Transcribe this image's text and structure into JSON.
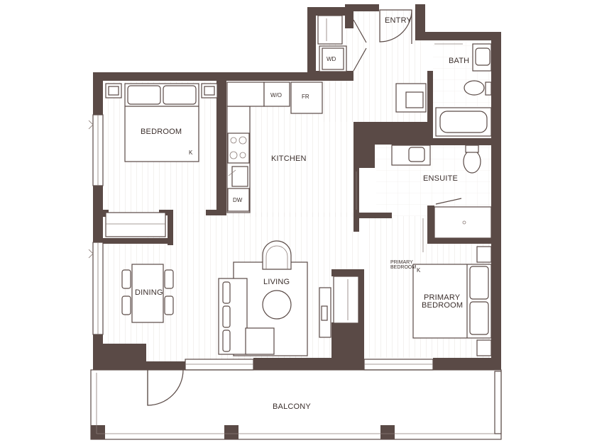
{
  "rooms": {
    "entry": "ENTRY",
    "bath": "BATH",
    "wd": "WD",
    "wo": "W/O",
    "fr": "FR",
    "bedroom": "BEDROOM",
    "bedroom_bed": "K",
    "kitchen": "KITCHEN",
    "dw": "DW",
    "ensuite": "ENSUITE",
    "primary_small_1": "PRIMARY",
    "primary_small_2": "BEDROOM",
    "primary_bed": "K",
    "primary_1": "PRIMARY",
    "primary_2": "BEDROOM",
    "dining": "DINING",
    "living": "LIVING",
    "balcony": "BALCONY"
  },
  "colors": {
    "wall": "#5a4a46",
    "floor_lines": "#e6e1df"
  }
}
